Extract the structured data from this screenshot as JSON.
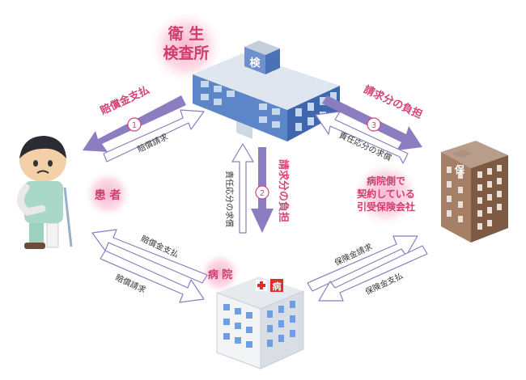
{
  "nodes": {
    "health_center": {
      "line1": "衛 生",
      "line2": "検査所",
      "sign": "検"
    },
    "patient": {
      "label": "患 者"
    },
    "hospital": {
      "label": "病 院",
      "sign": "病"
    },
    "insurer": {
      "line1": "病院側で",
      "line2": "契約している",
      "line3": "引受保険会社",
      "sign": "保"
    }
  },
  "flows": {
    "compensation_payment_top": {
      "label": "賠償金支払",
      "step": "1"
    },
    "compensation_claim_top": {
      "label": "賠償請求"
    },
    "liability_share_request_left": {
      "label": "責任応分の求償"
    },
    "claim_share_burden_center": {
      "label": "請求分の負担",
      "step": "2"
    },
    "claim_share_burden_right": {
      "label": "請求分の負担",
      "step": "3"
    },
    "liability_share_request_right": {
      "label": "責任応分の求償"
    },
    "compensation_payment_bottom": {
      "label": "賠償金支払"
    },
    "compensation_claim_bottom": {
      "label": "賠償請求"
    },
    "insurance_claim": {
      "label": "保険金請求"
    },
    "insurance_payment": {
      "label": "保険金支払"
    }
  },
  "colors": {
    "accent_pink": "#d6457a",
    "arrow_purple": "#8c7cc0",
    "building_blue": "#5a82c8",
    "insurer_brown": "#8a6248"
  }
}
